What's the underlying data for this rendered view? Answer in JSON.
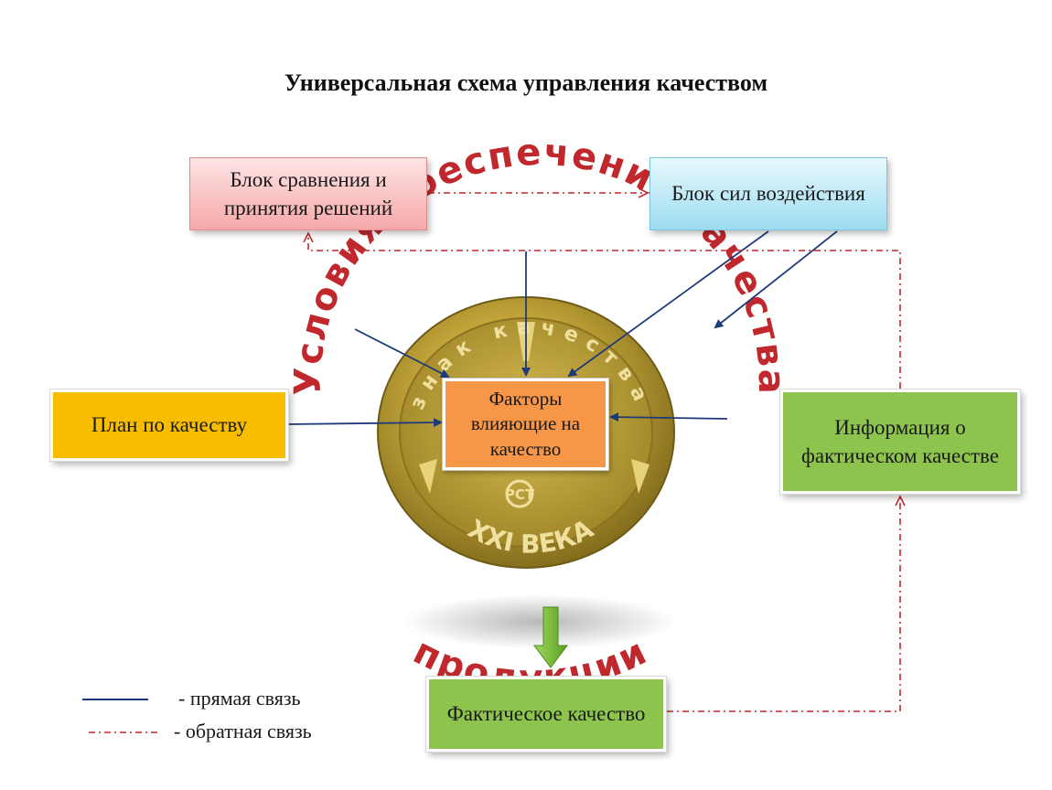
{
  "title": "Универсальная схема управления качеством",
  "boxes": {
    "compare": "Блок сравнения и принятия решений",
    "forces": "Блок сил воздействия",
    "plan": "План по качеству",
    "factors": "Факторы влияющие на качество",
    "info": "Информация о фактическом качестве",
    "actual": "Фактическое качество"
  },
  "ring_text": {
    "upper": "Условия обеспечения качества",
    "lower": "продукции"
  },
  "medallion": {
    "top_text": "знак качества",
    "bottom_text": "XXI ВЕКА",
    "emblem": "РСТ"
  },
  "legend": {
    "direct": "- прямая связь",
    "feedback": "- обратная связь"
  },
  "colors": {
    "direct_line": "#1f3a7a",
    "feedback_line": "#c0282d",
    "ring_text": "#c0282d",
    "medallion": "#b89a2e"
  }
}
